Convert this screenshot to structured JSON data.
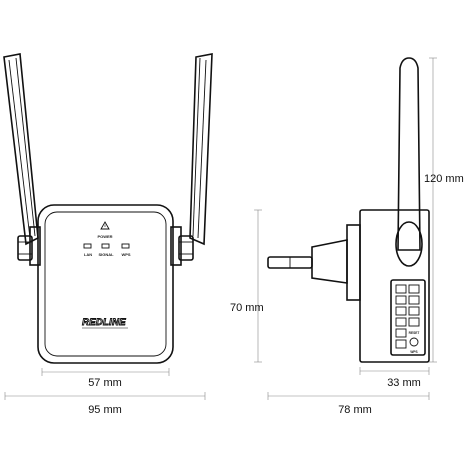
{
  "device": {
    "brand": "REDLINE",
    "power_label": "POWER",
    "led_labels": [
      "LAN",
      "SIGNAL",
      "WPS"
    ],
    "side_labels": {
      "reset": "RESET",
      "wps": "WPS"
    }
  },
  "dimensions": {
    "front_inner_width": "57 mm",
    "front_total_width": "95 mm",
    "front_height": "70 mm",
    "side_height": "120 mm",
    "side_body_depth": "33 mm",
    "side_total_depth": "78 mm"
  }
}
